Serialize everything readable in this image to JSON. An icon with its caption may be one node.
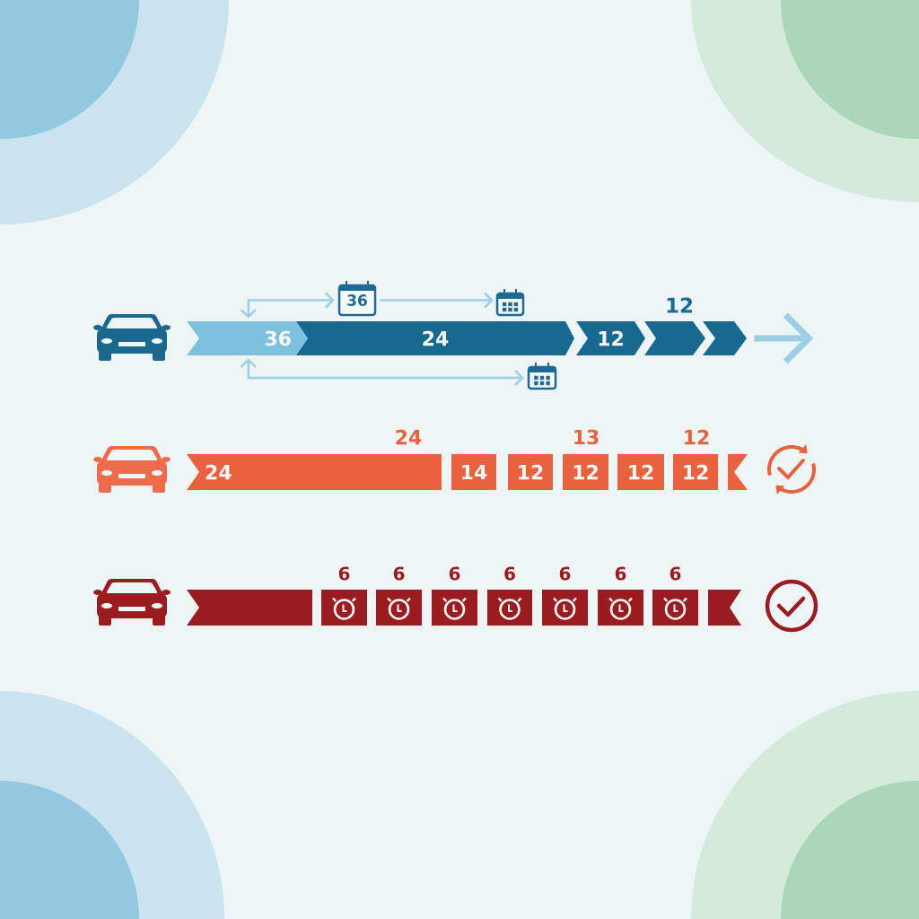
{
  "diagram": {
    "nodes": [
      {
        "text": [
          "36"
        ]
      },
      {
        "text": [],
        "shape": "picture"
      },
      {
        "text": [
          "36"
        ]
      },
      {
        "text": [
          "24"
        ]
      },
      {
        "text": [
          "12"
        ]
      },
      {
        "text": [],
        "shape": "chevron",
        "beside": [
          "12"
        ]
      },
      {
        "text": [],
        "shape": "chevron"
      },
      {
        "text": [],
        "shape": "picture"
      },
      {
        "text": [
          "24"
        ],
        "beside": [
          "24"
        ]
      },
      {
        "text": [
          "14"
        ]
      },
      {
        "text": [
          "12"
        ]
      },
      {
        "text": [
          "12"
        ],
        "beside": [
          "13"
        ]
      },
      {
        "text": [
          "12"
        ]
      },
      {
        "text": [
          "12"
        ],
        "beside": [
          "12"
        ]
      },
      {
        "text": [],
        "shape": "flag"
      },
      {
        "text": [],
        "shape": "bar"
      },
      {
        "text": [],
        "shape": "box",
        "beside": [
          "6"
        ]
      },
      {
        "text": [],
        "shape": "box",
        "beside": [
          "6"
        ]
      },
      {
        "text": [],
        "shape": "box",
        "beside": [
          "6"
        ]
      },
      {
        "text": [],
        "shape": "box",
        "beside": [
          "6"
        ]
      },
      {
        "text": [],
        "shape": "box",
        "beside": [
          "6"
        ]
      },
      {
        "text": [],
        "shape": "box",
        "beside": [
          "6"
        ]
      },
      {
        "text": [],
        "shape": "box",
        "beside": [
          "6"
        ]
      },
      {
        "text": [],
        "shape": "flag"
      }
    ],
    "edges": [
      {
        "from": 2,
        "to": 0,
        "arrow": "both"
      },
      {
        "from": 0,
        "to": 1,
        "arrow": "to"
      },
      {
        "from": 2,
        "to": 7,
        "arrow": "both"
      },
      {
        "from": 6,
        "to": null,
        "arrow": "to",
        "style": "thick"
      }
    ]
  }
}
